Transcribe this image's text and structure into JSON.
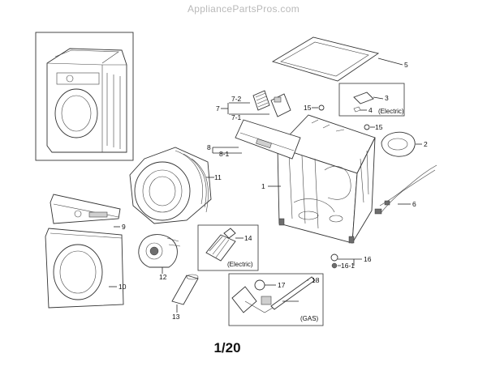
{
  "watermark": "AppliancePartsPros.com",
  "page_label": "1/20",
  "callouts": {
    "p1": "1",
    "p2": "2",
    "p3": "3",
    "p4": "4",
    "p5": "5",
    "p6": "6",
    "p7": "7",
    "p7_1": "7-1",
    "p7_2": "7-2",
    "p8": "8",
    "p8_1": "8-1",
    "p9": "9",
    "p10": "10",
    "p11": "11",
    "p12": "12",
    "p13": "13",
    "p14": "14",
    "p15a": "15",
    "p15b": "15",
    "p16": "16",
    "p16_1": "16-1",
    "p17": "17",
    "p18": "18"
  },
  "notes": {
    "electric_box_3_4": "(Electric)",
    "electric_box_14": "(Electric)",
    "gas_box": "(GAS)"
  }
}
